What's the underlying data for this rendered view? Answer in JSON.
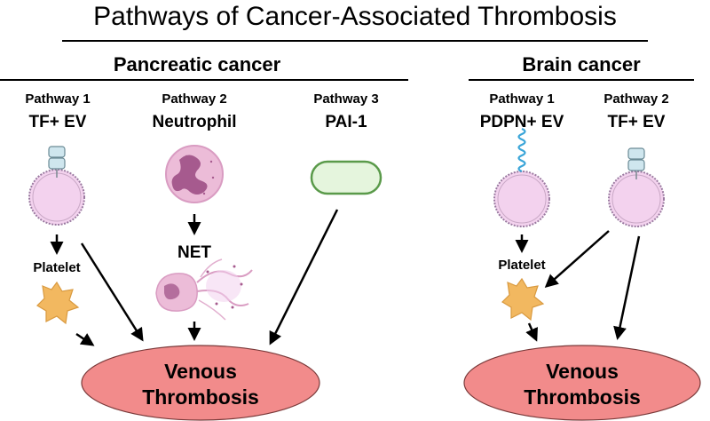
{
  "title": "Pathways of Cancer-Associated Thrombosis",
  "pancreatic": {
    "heading": "Pancreatic cancer",
    "pathway1": {
      "label": "Pathway 1",
      "name": "TF+ EV"
    },
    "pathway2": {
      "label": "Pathway 2",
      "name": "Neutrophil"
    },
    "pathway3": {
      "label": "Pathway 3",
      "name": "PAI-1"
    },
    "platelet_label": "Platelet",
    "net_label": "NET",
    "outcome": {
      "line1": "Venous",
      "line2": "Thrombosis"
    }
  },
  "brain": {
    "heading": "Brain cancer",
    "pathway1": {
      "label": "Pathway 1",
      "name": "PDPN+ EV"
    },
    "pathway2": {
      "label": "Pathway 2",
      "name": "TF+ EV"
    },
    "platelet_label": "Platelet",
    "outcome": {
      "line1": "Venous",
      "line2": "Thrombosis"
    }
  },
  "colors": {
    "ev_membrane": "#9a7aa0",
    "ev_fill": "#f3d2ee",
    "tf_fill": "#cfe6ee",
    "pdpn_coil": "#3aa5d8",
    "neutrophil": "#d99cc2",
    "nucleus": "#a65a8e",
    "pai1_fill": "#e5f5dd",
    "pai1_stroke": "#5a9a4a",
    "platelet": "#f2b860",
    "outcome_fill": "#f28b8b"
  }
}
